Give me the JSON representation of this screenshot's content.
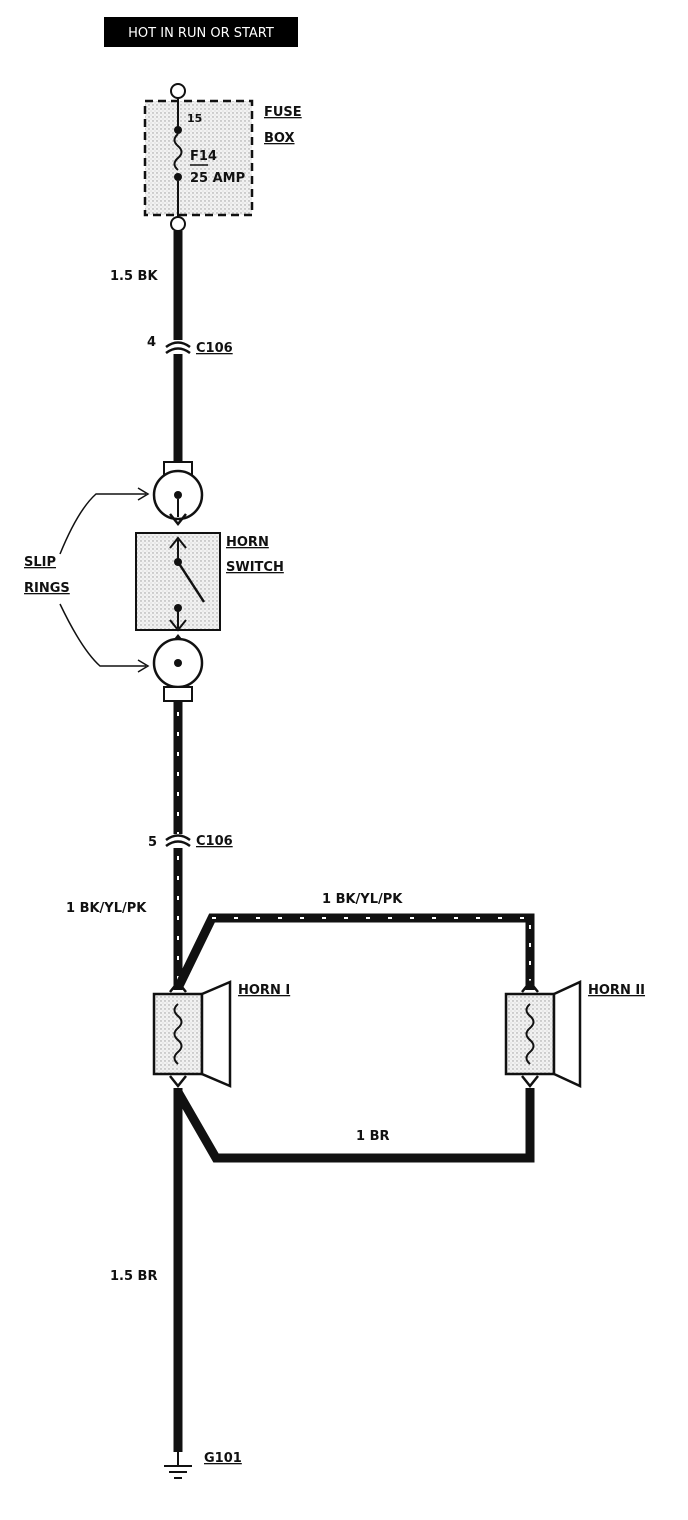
{
  "header": {
    "label": "HOT IN RUN OR START"
  },
  "fuse_box": {
    "label_line1": "FUSE",
    "label_line2": "BOX",
    "terminal": "15",
    "fuse_name": "F14",
    "fuse_rating": "25 AMP"
  },
  "wires": {
    "feed": "1.5 BK",
    "horn_feed_left": "1 BK/YL/PK",
    "horn_feed_top": "1 BK/YL/PK",
    "horn_return": "1 BR",
    "ground_wire": "1.5 BR"
  },
  "connectors": {
    "upper_pin": "4",
    "upper_name": "C106",
    "lower_pin": "5",
    "lower_name": "C106"
  },
  "slip_rings": {
    "line1": "SLIP",
    "line2": "RINGS"
  },
  "horn_switch": {
    "line1": "HORN",
    "line2": "SWITCH"
  },
  "horns": {
    "horn1": "HORN I",
    "horn2": "HORN II"
  },
  "ground": {
    "label": "G101"
  },
  "colors": {
    "wire": "#111111",
    "paper": "#ffffff",
    "shade": "#e6e6e6"
  }
}
